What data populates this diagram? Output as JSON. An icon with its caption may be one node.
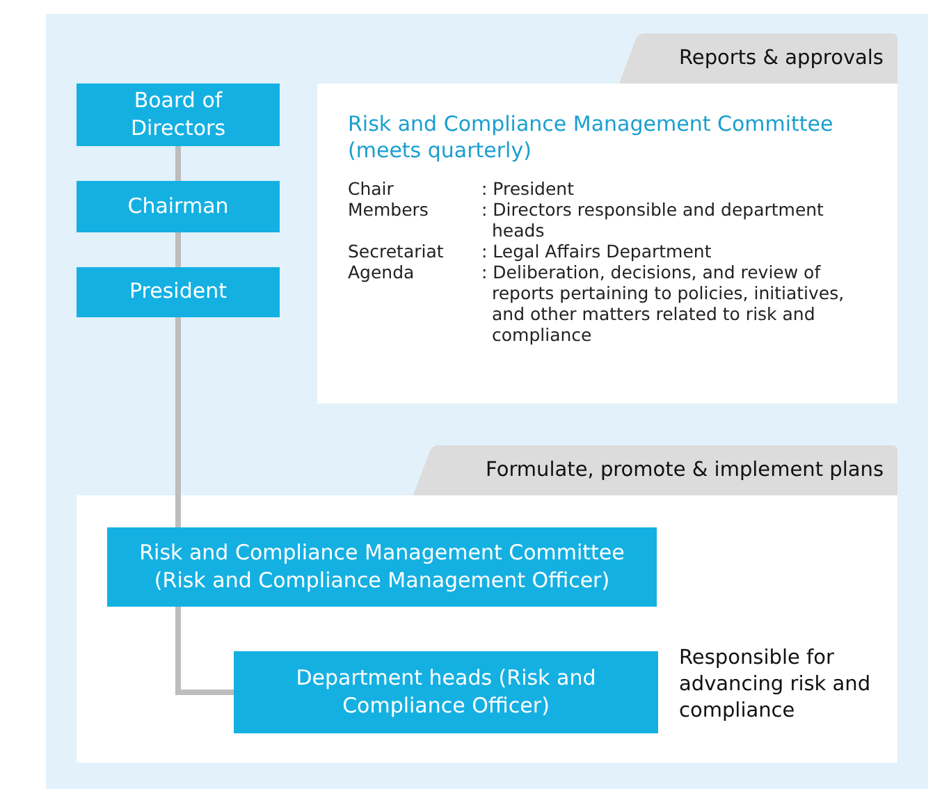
{
  "diagram": {
    "nodes": [
      {
        "text": [
          "Board of Directors"
        ]
      },
      {
        "text": [
          "Chairman"
        ]
      },
      {
        "text": [
          "President"
        ]
      },
      {
        "text": [
          "Reports & approvals"
        ]
      },
      {
        "text": [
          "Risk and Compliance Management Committee (meets quarterly)"
        ]
      },
      {
        "text": [
          "Formulate, promote & implement plans"
        ]
      },
      {
        "text": [],
        "shape": "box"
      },
      {
        "text": [
          "Risk and Compliance Management Committee (Risk and Compliance Management Officer)"
        ],
        "in": 6
      },
      {
        "text": [
          "Department heads (Risk and Compliance Officer)"
        ],
        "in": 6,
        "beside": [
          "Responsible for advancing risk and compliance"
        ]
      }
    ],
    "edges": [
      {
        "from": 0,
        "to": 1,
        "arrow": "none"
      },
      {
        "from": 1,
        "to": 2,
        "arrow": "none"
      },
      {
        "from": 2,
        "to": 7,
        "arrow": "none"
      },
      {
        "from": 7,
        "to": 8,
        "arrow": "none"
      }
    ],
    "labels": [
      "Chair",
      ": President",
      "Members",
      ": Directors responsible and department heads",
      "Secretariat",
      ": Legal Affairs Department",
      "Agenda",
      ": Deliberation, decisions, and review of reports pertaining to policies, initiatives, and other matters related to risk and compliance"
    ]
  }
}
